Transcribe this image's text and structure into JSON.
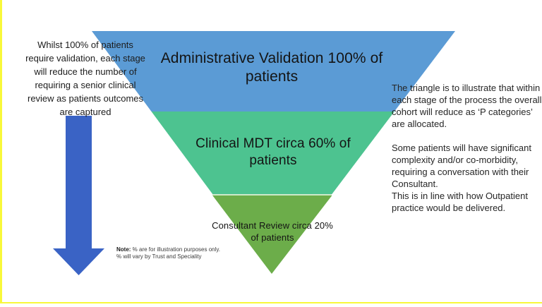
{
  "slide": {
    "background": "#ffffff",
    "border_color": "#f8f83a"
  },
  "left_annotation": {
    "text": "Whilst 100% of patients require validation, each stage will reduce the number of requiring a senior clinical review as patients outcomes are captured"
  },
  "arrow": {
    "color": "#3a63c5"
  },
  "funnel": {
    "stages": [
      {
        "label": "Administrative Validation 100% of patients",
        "percent": "100%",
        "color": "#5b9bd5"
      },
      {
        "label": "Clinical MDT circa 60% of patients",
        "percent": "60%",
        "color": "#4dc390"
      },
      {
        "label": "Consultant Review circa 20% of patients",
        "percent": "20%",
        "color": "#6cad4a"
      }
    ],
    "divider_color": "#cde8c9"
  },
  "right_annotation": {
    "paragraph1": "The triangle is to illustrate that within each stage of the process the overall cohort will reduce as ‘P categories’ are allocated.",
    "paragraph2": "Some patients will have significant complexity and/or co-morbidity, requiring a conversation with their Consultant.\nThis is in line with how Outpatient practice would be delivered."
  },
  "footnote": {
    "label": "Note:",
    "line1": " % are for illustration purposes only.",
    "line2": "% will vary by Trust and Speciality"
  }
}
